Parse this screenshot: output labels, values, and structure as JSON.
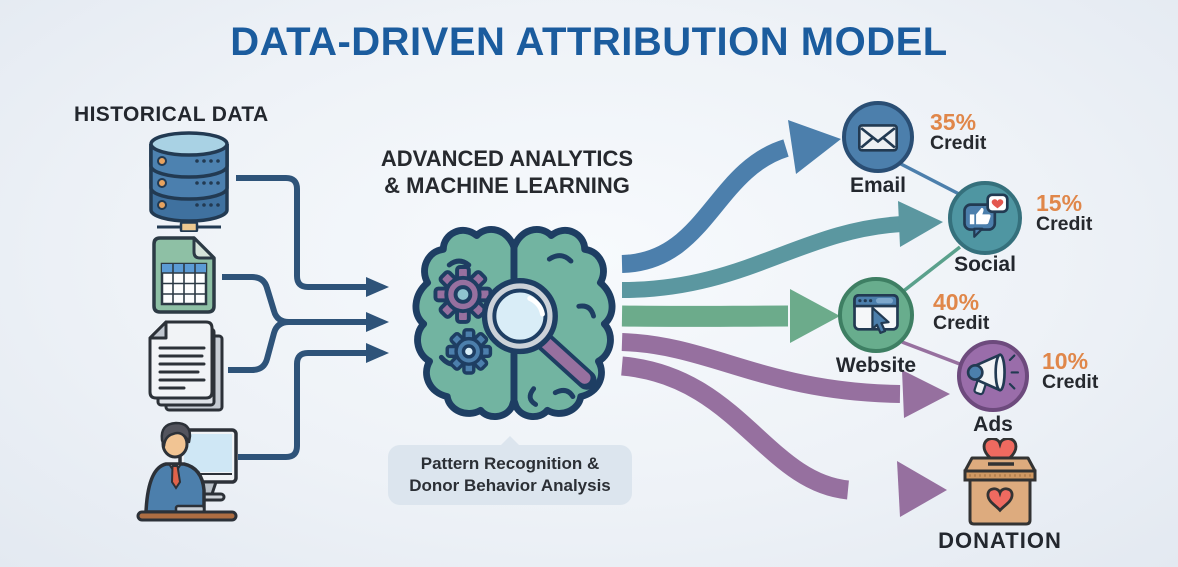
{
  "title": "DATA-DRIVEN ATTRIBUTION MODEL",
  "historical": {
    "label": "HISTORICAL DATA",
    "sources": [
      {
        "id": "database",
        "icon": "database-icon"
      },
      {
        "id": "spreadsheet",
        "icon": "spreadsheet-icon"
      },
      {
        "id": "documents",
        "icon": "documents-icon"
      },
      {
        "id": "analyst",
        "icon": "analyst-at-computer-icon"
      }
    ]
  },
  "analytics": {
    "heading_line1": "ADVANCED ANALYTICS",
    "heading_line2": "& MACHINE LEARNING",
    "icon": "brain-gears-magnifier-icon",
    "callout_line1": "Pattern Recognition &",
    "callout_line2": "Donor Behavior Analysis"
  },
  "channels": [
    {
      "name": "Email",
      "credit": "35%",
      "credit_label": "Credit",
      "icon": "email-icon",
      "color": "#4c7fac"
    },
    {
      "name": "Social",
      "credit": "15%",
      "credit_label": "Credit",
      "icon": "social-icon",
      "color": "#4f96a2"
    },
    {
      "name": "Website",
      "credit": "40%",
      "credit_label": "Credit",
      "icon": "website-icon",
      "color": "#68ad8d"
    },
    {
      "name": "Ads",
      "credit": "10%",
      "credit_label": "Credit",
      "icon": "ads-icon",
      "color": "#9a6daa"
    }
  ],
  "donation": {
    "label": "DONATION",
    "icon": "donation-box-icon"
  },
  "colors": {
    "background": "#eef2f7",
    "title": "#1b5c9e",
    "text_dark": "#26292e",
    "connector_navy": "#2e5379",
    "arrow_blue": "#4c7fac",
    "arrow_teal": "#5b97a0",
    "arrow_green": "#6cab8b",
    "arrow_purple": "#96709f",
    "credit_orange": "#e0874a"
  }
}
